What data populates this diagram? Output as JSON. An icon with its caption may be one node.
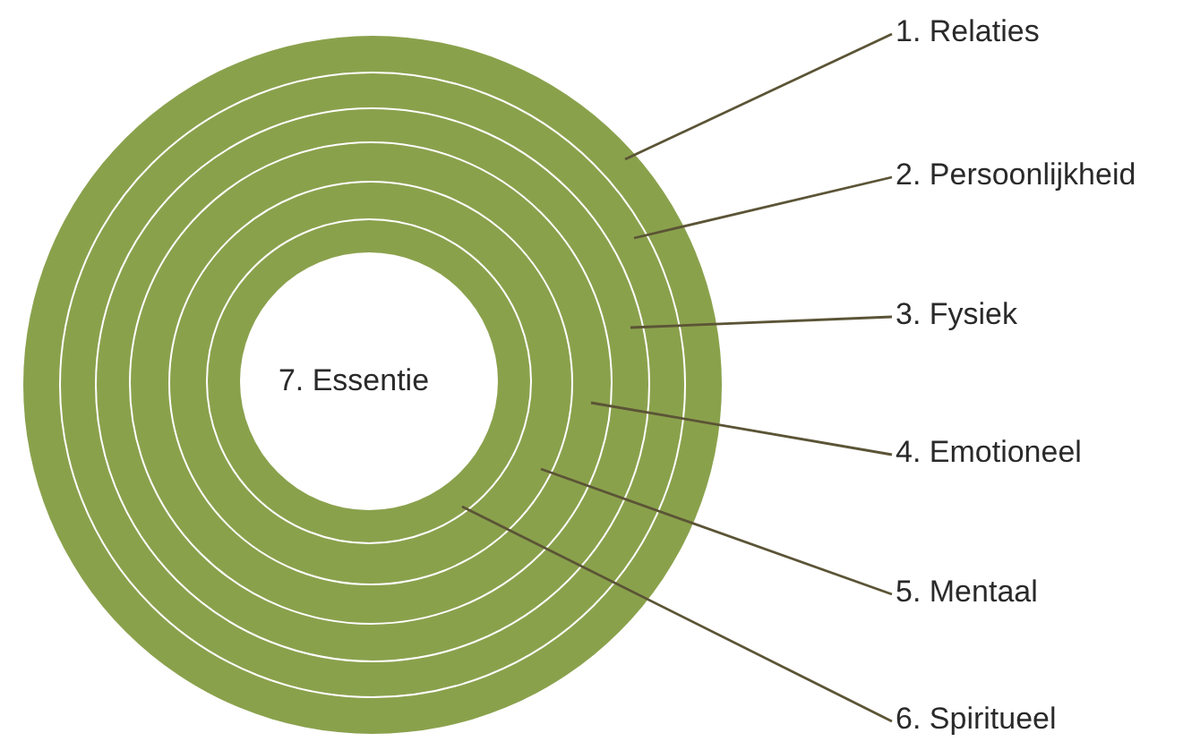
{
  "diagram": {
    "nodes": [
      {
        "text": [],
        "shape": "circle"
      },
      {
        "text": [],
        "shape": "circle",
        "in": 0
      },
      {
        "text": [],
        "shape": "circle",
        "in": 1
      },
      {
        "text": [],
        "shape": "circle",
        "in": 2
      },
      {
        "text": [],
        "shape": "circle",
        "in": 3
      },
      {
        "text": [],
        "shape": "circle",
        "in": 4
      },
      {
        "text": [
          "7. Essentie"
        ],
        "in": 5
      },
      {
        "text": [
          "1. Relaties"
        ]
      },
      {
        "text": [
          "2. Persoonlijkheid"
        ]
      },
      {
        "text": [
          "3. Fysiek"
        ]
      },
      {
        "text": [
          "4. Emotioneel"
        ]
      },
      {
        "text": [
          "5. Mentaal"
        ]
      },
      {
        "text": [
          "6. Spiritueel"
        ]
      }
    ],
    "edges": [
      {
        "from": 7,
        "to": 0,
        "arrow": "none"
      },
      {
        "from": 8,
        "to": 1,
        "arrow": "none"
      },
      {
        "from": 9,
        "to": 2,
        "arrow": "none"
      },
      {
        "from": 10,
        "to": 3,
        "arrow": "none"
      },
      {
        "from": 11,
        "to": 4,
        "arrow": "none"
      },
      {
        "from": 12,
        "to": 5,
        "arrow": "none"
      }
    ]
  }
}
